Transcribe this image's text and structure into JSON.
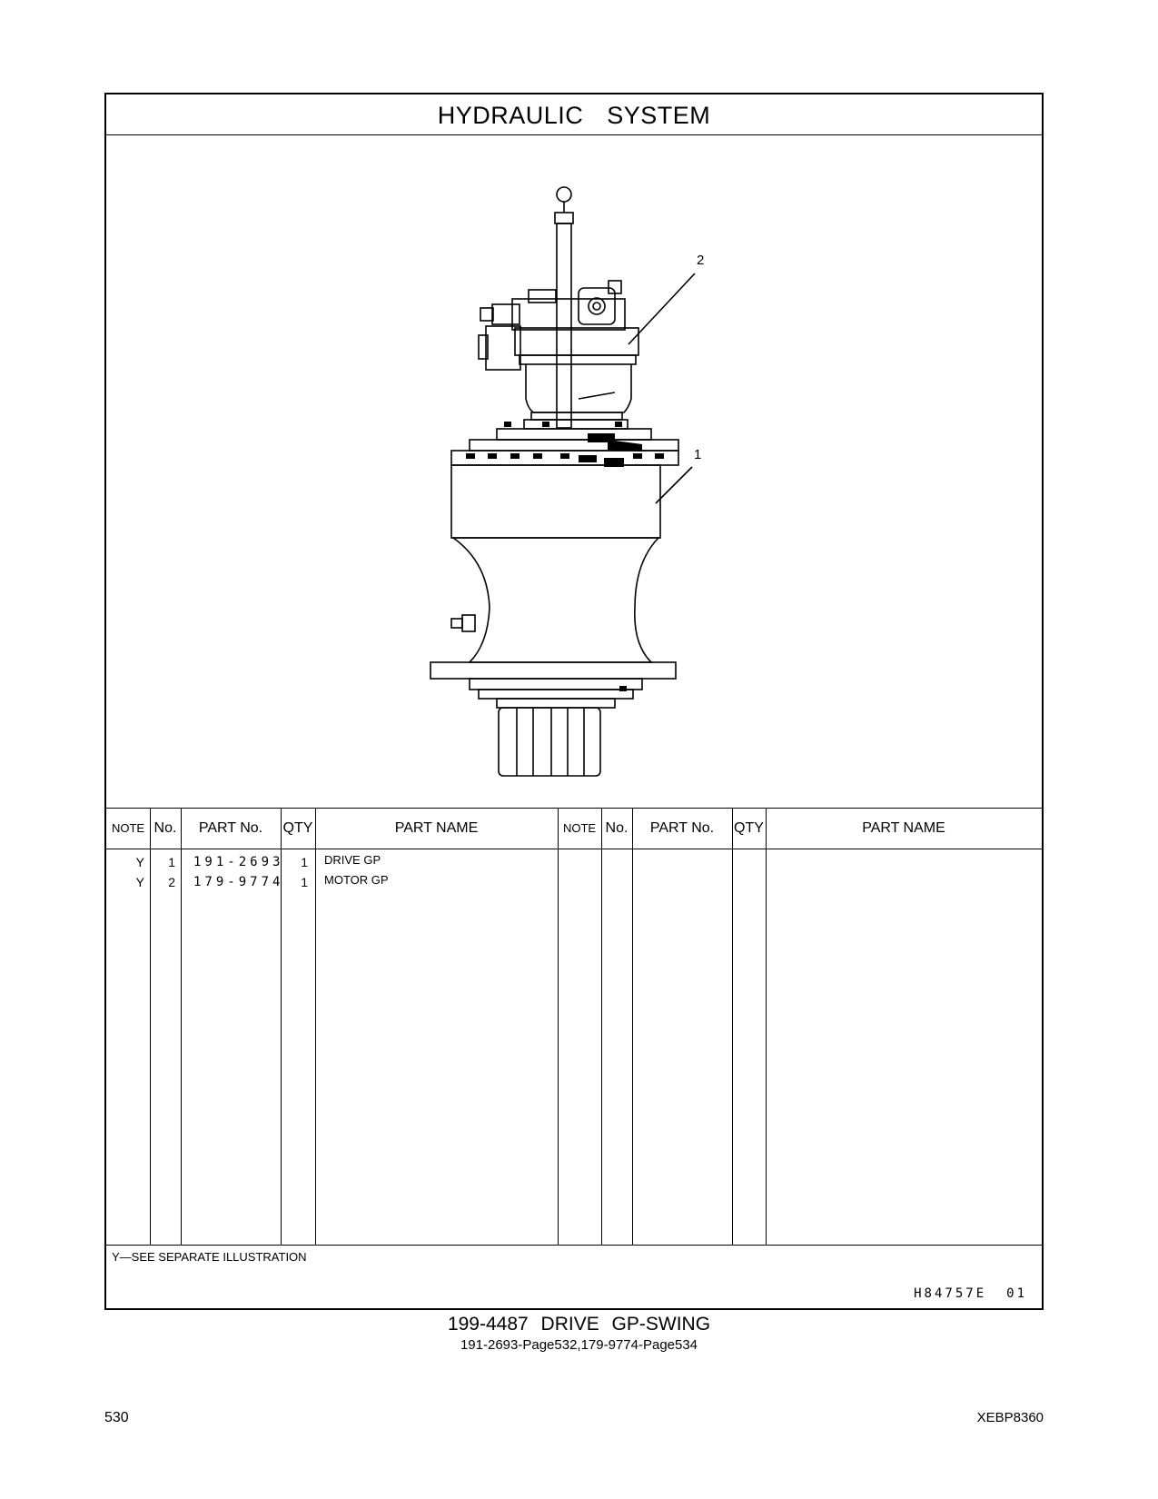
{
  "title": "HYDRAULIC  SYSTEM",
  "callouts": [
    "2",
    "1"
  ],
  "table": {
    "headers": {
      "note": "NOTE",
      "no": "No.",
      "part_no": "PART No.",
      "qty": "QTY",
      "part_name": "PART NAME"
    },
    "rows": [
      {
        "note": "Y",
        "no": "1",
        "part_no": "191-2693",
        "qty": "1",
        "part_name": "DRIVE  GP"
      },
      {
        "note": "Y",
        "no": "2",
        "part_no": "179-9774",
        "qty": "1",
        "part_name": "MOTOR  GP"
      }
    ]
  },
  "footnote": "Y—SEE  SEPARATE  ILLUSTRATION",
  "illustration_code": "H84757E",
  "illustration_rev": "01",
  "caption_main": "199-4487  DRIVE  GP-SWING",
  "caption_sub": "191-2693-Page532,179-9774-Page534",
  "page_number": "530",
  "document_id": "XEBP8360"
}
